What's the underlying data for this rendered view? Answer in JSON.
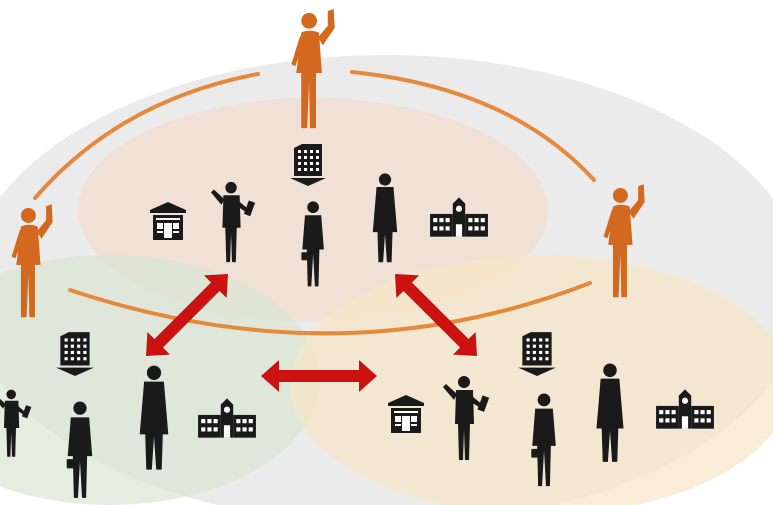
{
  "colors": {
    "background": "#ffffff",
    "outer_ellipse": "#ebebeb",
    "top_group": "#f3dccd",
    "left_group": "#d9e6d3",
    "right_group": "#f8e6c6",
    "leader": "#d2691e",
    "ring_arc": "#e58a3d",
    "arrow": "#cc1111",
    "silhouette": "#1a1a1a"
  },
  "icons": {
    "leader": "raised-fist-person-icon",
    "office_building": "office-building-icon",
    "shrine": "shrine-icon",
    "school": "school-icon",
    "presenter": "presenter-person-icon",
    "briefcase_person": "briefcase-person-icon",
    "coat_person": "coat-person-icon",
    "arrow": "double-arrow-icon"
  },
  "groups": [
    "top-group",
    "left-group",
    "right-group"
  ]
}
